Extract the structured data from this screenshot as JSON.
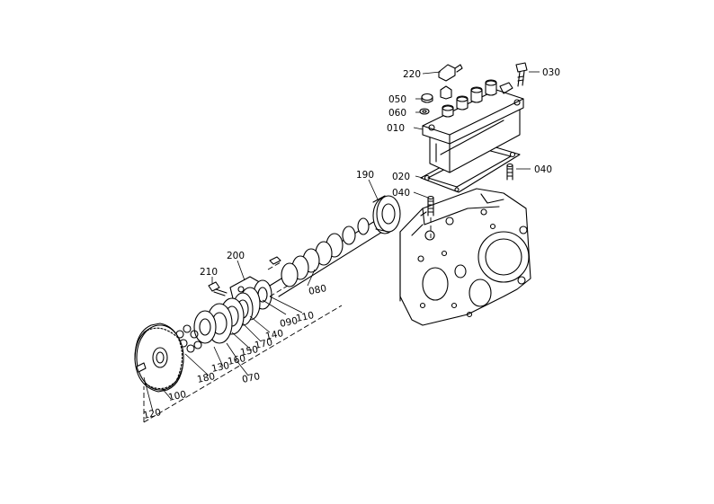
{
  "diagram": {
    "labels": {
      "p010": "010",
      "p020": "020",
      "p030": "030",
      "p040a": "040",
      "p040b": "040",
      "p050": "050",
      "p060": "060",
      "p070": "070",
      "p080": "080",
      "p090": "090",
      "p100": "100",
      "p110": "110",
      "p120": "120",
      "p130": "130",
      "p140": "140",
      "p150": "150",
      "p160": "160",
      "p170": "170",
      "p180": "180",
      "p190": "190",
      "p200": "200",
      "p210": "210",
      "p220": "220"
    }
  }
}
